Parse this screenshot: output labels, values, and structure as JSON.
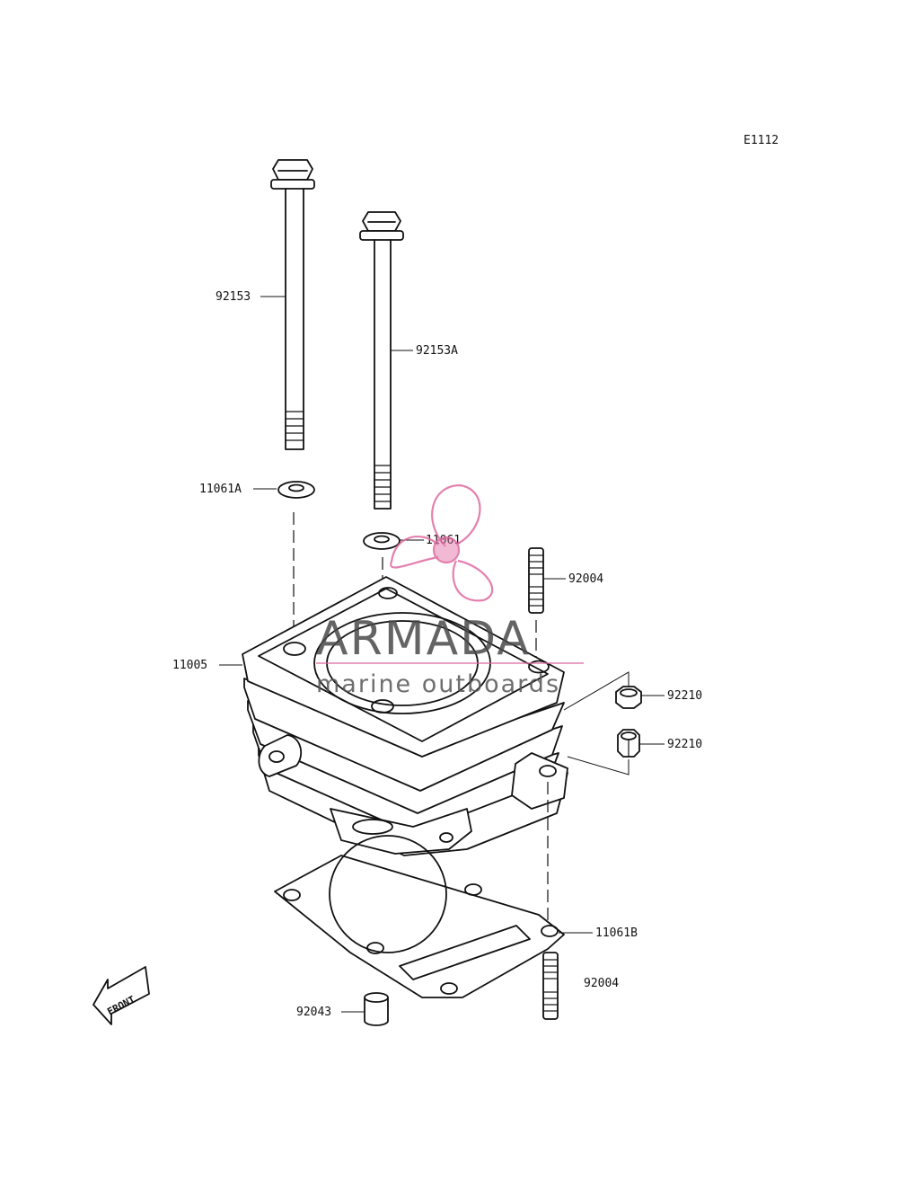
{
  "diagram_code": "E1112",
  "callouts": {
    "bolt_long": "92153",
    "bolt_short": "92153A",
    "washer_a": "11061A",
    "washer": "11061",
    "stud_top": "92004",
    "cylinder": "11005",
    "nut_upper": "92210",
    "nut_lower": "92210",
    "gasket": "11061B",
    "stud_bottom": "92004",
    "dowel_pin": "92043"
  },
  "front_arrow_label": "FRONT",
  "watermark": {
    "brand": "ARMADA",
    "tagline": "marine outboards",
    "accent_color": "#e06aa0"
  },
  "line_color": "#111111"
}
